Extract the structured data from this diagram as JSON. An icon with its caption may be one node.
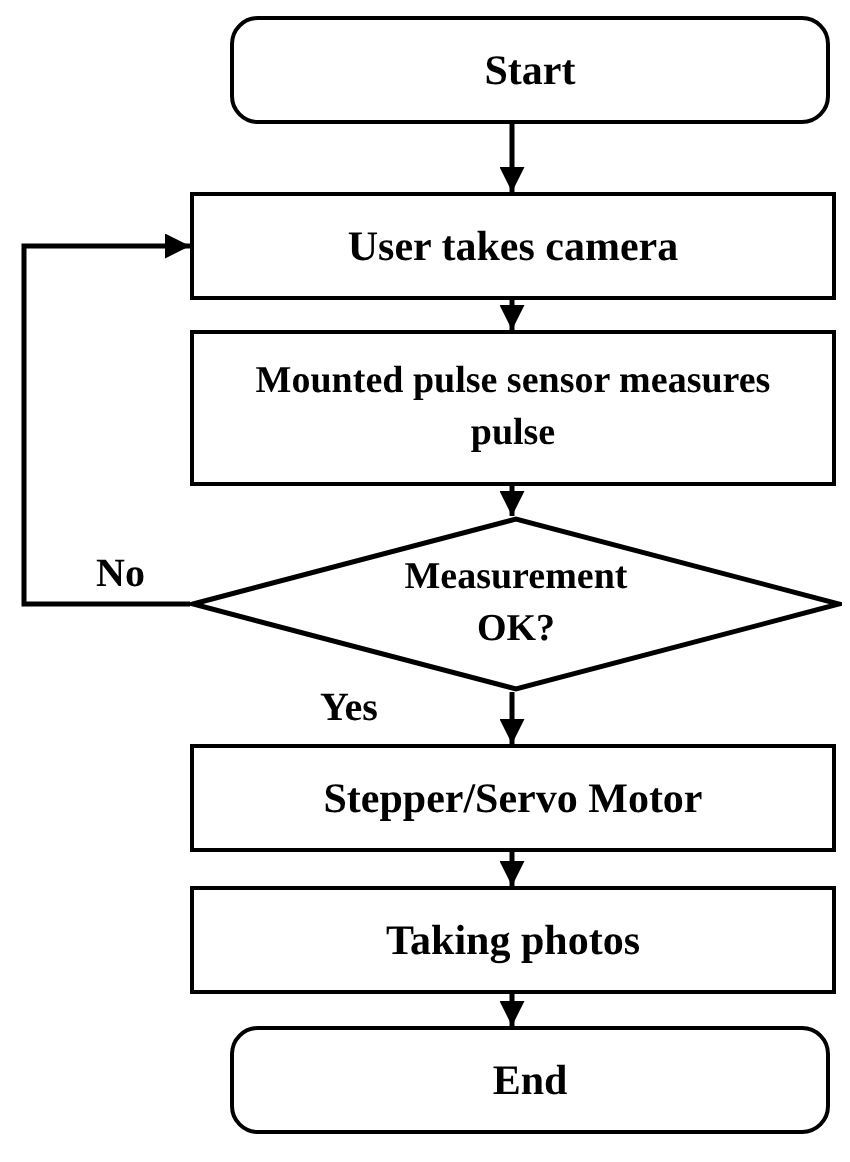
{
  "diagram": {
    "nodes": [
      {
        "text": [
          "Start"
        ]
      },
      {
        "text": [
          "User takes camera"
        ]
      },
      {
        "text": [
          "Mounted pulse sensor measures pulse"
        ]
      },
      {
        "text": [
          "Measurement OK?"
        ]
      },
      {
        "text": [
          "Stepper/Servo Motor"
        ]
      },
      {
        "text": [
          "Taking photos"
        ]
      },
      {
        "text": [
          "End"
        ]
      }
    ],
    "edges": [
      {
        "from": 0,
        "to": 1,
        "arrow": "to"
      },
      {
        "from": 1,
        "to": 2,
        "arrow": "to"
      },
      {
        "from": 2,
        "to": 3,
        "arrow": "to"
      },
      {
        "from": 3,
        "to": 1,
        "arrow": "to",
        "label": "No"
      },
      {
        "from": 3,
        "to": 4,
        "arrow": "to",
        "label": "Yes"
      },
      {
        "from": 4,
        "to": 5,
        "arrow": "to"
      },
      {
        "from": 5,
        "to": 6,
        "arrow": "to"
      }
    ]
  }
}
